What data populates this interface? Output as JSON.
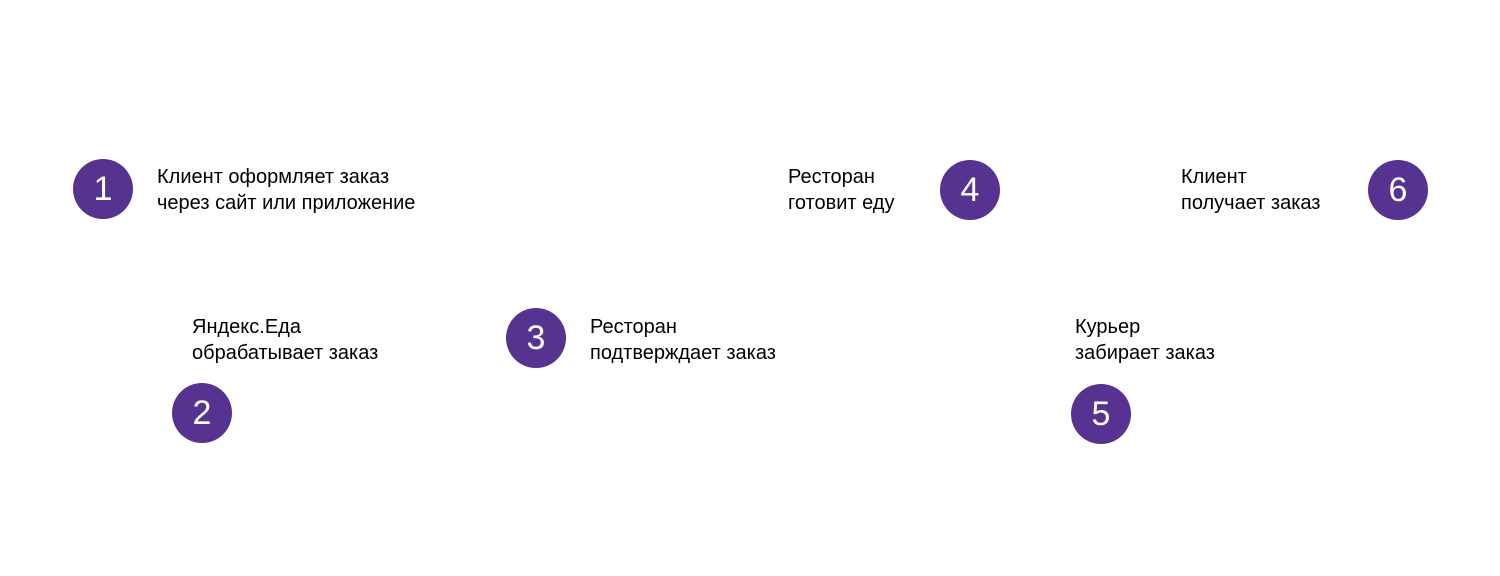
{
  "accent_color": "#563291",
  "steps": [
    {
      "number": "1",
      "line1": "Клиент оформляет заказ",
      "line2": "через сайт или приложение"
    },
    {
      "number": "2",
      "line1": "Яндекс.Еда",
      "line2": "обрабатывает заказ"
    },
    {
      "number": "3",
      "line1": "Ресторан",
      "line2": "подтверждает заказ"
    },
    {
      "number": "4",
      "line1": "Ресторан",
      "line2": "готовит еду"
    },
    {
      "number": "5",
      "line1": "Курьер",
      "line2": "забирает заказ"
    },
    {
      "number": "6",
      "line1": "Клиент",
      "line2": "получает заказ"
    }
  ]
}
